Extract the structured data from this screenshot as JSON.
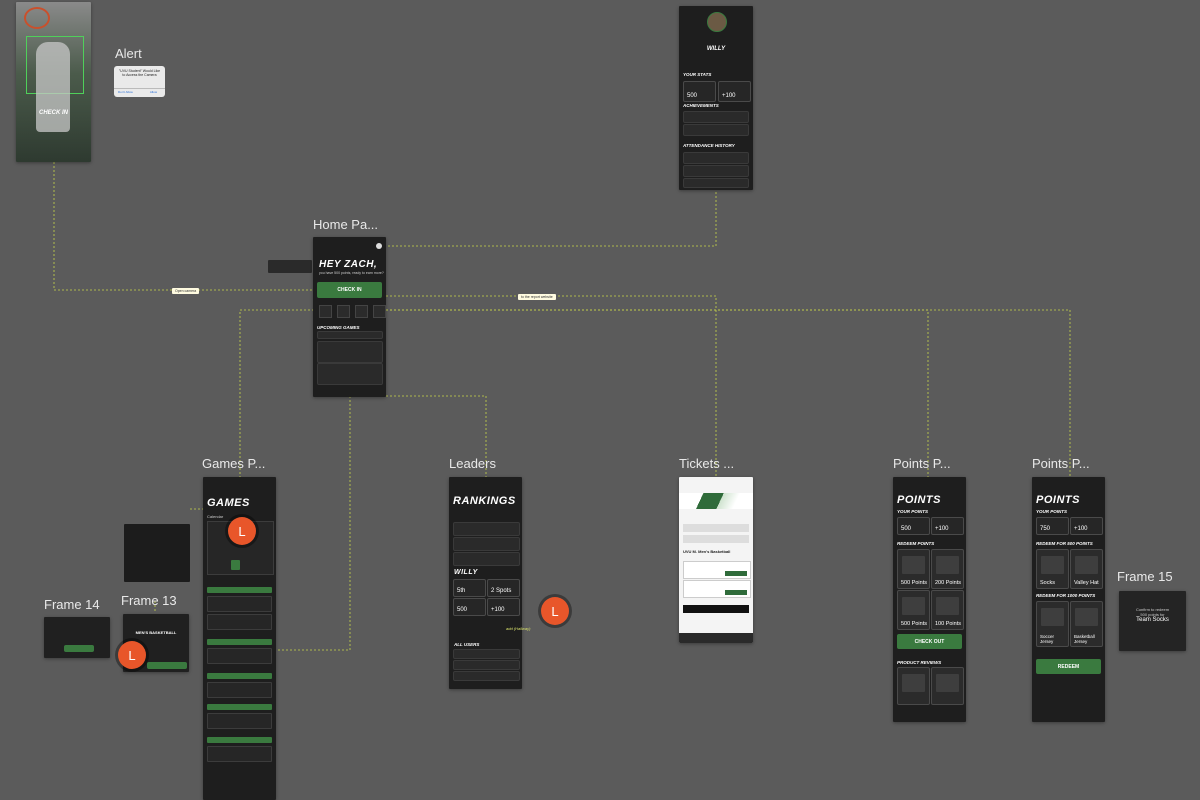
{
  "canvas": {
    "background": "#5b5b5b",
    "accent_green": "#3a7a3f",
    "avatar_orange": "#e8562a"
  },
  "labels": {
    "alert": "Alert",
    "home": "Home Pa...",
    "games": "Games P...",
    "leaders": "Leaders",
    "tickets": "Tickets ...",
    "points1": "Points P...",
    "points2": "Points P...",
    "frame13": "Frame 13",
    "frame14": "Frame 14",
    "frame15": "Frame 15"
  },
  "avatar_initial": "L",
  "checkin_frame": {
    "title": "CHECK IN"
  },
  "alert_frame": {
    "message": "\"UVU Student\" Would Like to Access the Camera",
    "deny": "Don't Allow",
    "allow": "Allow"
  },
  "profile": {
    "name": "WILLY",
    "your_stats": "YOUR STATS",
    "stat1": "500",
    "stat2": "+100",
    "achievements": "ACHIEVEMENTS",
    "attendance": "ATTENDANCE HISTORY"
  },
  "home": {
    "greeting": "HEY ZACH,",
    "subtitle": "you have 500 points, ready to earn more?",
    "check_in": "CHECK IN",
    "upcoming": "UPCOMING GAMES"
  },
  "games": {
    "title": "GAMES",
    "calendar": "Calendar"
  },
  "leaders": {
    "title": "RANKINGS",
    "name": "WILLY",
    "rank": "5th",
    "spots": "2 Spots",
    "points": "500",
    "bonus": "+100",
    "all_users": "ALL USERS",
    "annotation": "add (Hallway)"
  },
  "tickets": {
    "event": "UVU M. Men's Basketball"
  },
  "points1": {
    "title": "POINTS",
    "your_points": "YOUR POINTS",
    "points": "500",
    "bonus": "+100",
    "redeem": "REDEEM POINTS",
    "products": [
      {
        "points": "500 Points"
      },
      {
        "points": "200 Points"
      },
      {
        "points": "500 Points"
      },
      {
        "points": "100 Points"
      }
    ],
    "checkout": "CHECK OUT",
    "reviews": "PRODUCT REVIEWS"
  },
  "points2": {
    "title": "POINTS",
    "your_points": "YOUR POINTS",
    "points": "750",
    "bonus": "+100",
    "redeem500": "REDEEM FOR 500 POINTS",
    "redeem1000": "REDEEM FOR 1000 POINTS",
    "products": [
      {
        "name": "Socks"
      },
      {
        "name": "Valley Hat"
      },
      {
        "name": "Soccer Jersey"
      },
      {
        "name": "Basketball Jersey"
      }
    ],
    "redeem": "REDEEM"
  },
  "frame13": {
    "title": "MEN'S BASKETBALL"
  },
  "frame15": {
    "line1": "Confirm to redeem",
    "line2": "500 points for",
    "item": "Team Socks"
  }
}
